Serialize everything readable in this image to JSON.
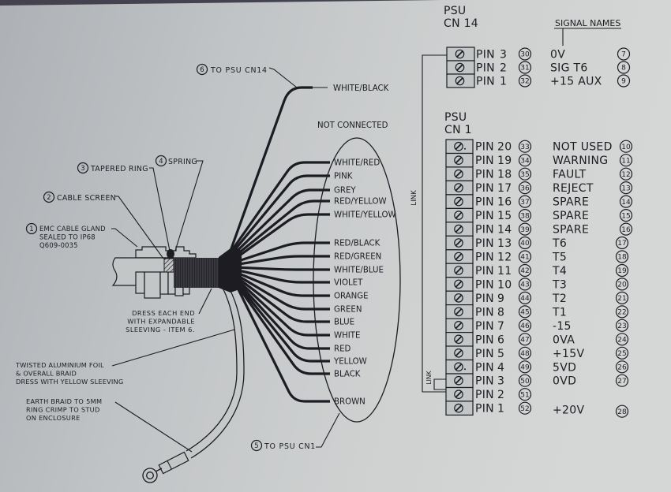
{
  "colors": {
    "ink": "#1c1c22",
    "paper": "#c9cccd"
  },
  "harness": {
    "cn14_callout": {
      "num": "6",
      "label": "TO PSU CN14"
    },
    "cn1_callout": {
      "num": "5",
      "label": "TO PSU CN1"
    },
    "cn14_wire": "WHITE/BLACK",
    "not_connected": "NOT CONNECTED",
    "wires": [
      "WHITE/RED",
      "PINK",
      "GREY",
      "RED/YELLOW",
      "WHITE/YELLOW",
      "RED/BLACK",
      "RED/GREEN",
      "WHITE/BLUE",
      "VIOLET",
      "ORANGE",
      "GREEN",
      "BLUE",
      "WHITE",
      "RED",
      "YELLOW",
      "BLACK",
      "BROWN"
    ],
    "gland_callouts": [
      {
        "num": "1",
        "lines": [
          "EMC CABLE GLAND",
          "SEALED TO IP68",
          "Q609-0035"
        ]
      },
      {
        "num": "2",
        "lines": [
          "CABLE SCREEN"
        ]
      },
      {
        "num": "3",
        "lines": [
          "TAPERED RING"
        ]
      },
      {
        "num": "4",
        "lines": [
          "SPRING"
        ]
      }
    ],
    "notes": {
      "sleeving": [
        "DRESS EACH END",
        "WITH EXPANDABLE",
        "SLEEVING - ITEM 6."
      ],
      "foil": [
        "TWISTED ALUMINIUM FOIL",
        "& OVERALL BRAID",
        "DRESS WITH YELLOW SLEEVING"
      ],
      "earth": [
        "EARTH BRAID TO 5MM",
        "RING CRIMP TO STUD",
        "ON ENCLOSURE"
      ]
    }
  },
  "terminals": {
    "pin_label": "PIN",
    "signal_names_header": "SIGNAL NAMES",
    "link_label": "LINK",
    "cn14": {
      "title": "PSU",
      "name": "CN 14",
      "pins": [
        {
          "pin": "3",
          "ref": "30",
          "signal": "0V",
          "sig_ref": "7"
        },
        {
          "pin": "2",
          "ref": "31",
          "signal": "SIG T6",
          "sig_ref": "8"
        },
        {
          "pin": "1",
          "ref": "32",
          "signal": "+15 AUX",
          "sig_ref": "9"
        }
      ]
    },
    "cn1": {
      "title": "PSU",
      "name": "CN 1",
      "pins": [
        {
          "pin": "20",
          "ref": "33",
          "signal": "NOT USED",
          "sig_ref": "10"
        },
        {
          "pin": "19",
          "ref": "34",
          "signal": "WARNING",
          "sig_ref": "11"
        },
        {
          "pin": "18",
          "ref": "35",
          "signal": "FAULT",
          "sig_ref": "12"
        },
        {
          "pin": "17",
          "ref": "36",
          "signal": "REJECT",
          "sig_ref": "13"
        },
        {
          "pin": "16",
          "ref": "37",
          "signal": "SPARE",
          "sig_ref": "14"
        },
        {
          "pin": "15",
          "ref": "38",
          "signal": "SPARE",
          "sig_ref": "15"
        },
        {
          "pin": "14",
          "ref": "39",
          "signal": "SPARE",
          "sig_ref": "16"
        },
        {
          "pin": "13",
          "ref": "40",
          "signal": "T6",
          "sig_ref": "17"
        },
        {
          "pin": "12",
          "ref": "41",
          "signal": "T5",
          "sig_ref": "18"
        },
        {
          "pin": "11",
          "ref": "42",
          "signal": "T4",
          "sig_ref": "19"
        },
        {
          "pin": "10",
          "ref": "43",
          "signal": "T3",
          "sig_ref": "20"
        },
        {
          "pin": "9",
          "ref": "44",
          "signal": "T2",
          "sig_ref": "21"
        },
        {
          "pin": "8",
          "ref": "45",
          "signal": "T1",
          "sig_ref": "22"
        },
        {
          "pin": "7",
          "ref": "46",
          "signal": "-15",
          "sig_ref": "23"
        },
        {
          "pin": "6",
          "ref": "47",
          "signal": "0VA",
          "sig_ref": "24"
        },
        {
          "pin": "5",
          "ref": "48",
          "signal": "+15V",
          "sig_ref": "25"
        },
        {
          "pin": "4",
          "ref": "49",
          "signal": "5VD",
          "sig_ref": "26"
        },
        {
          "pin": "3",
          "ref": "50",
          "signal": "0VD",
          "sig_ref": "27"
        },
        {
          "pin": "2",
          "ref": "51",
          "signal": "",
          "sig_ref": ""
        },
        {
          "pin": "1",
          "ref": "52",
          "signal": "+20V",
          "sig_ref": "28"
        }
      ]
    }
  }
}
